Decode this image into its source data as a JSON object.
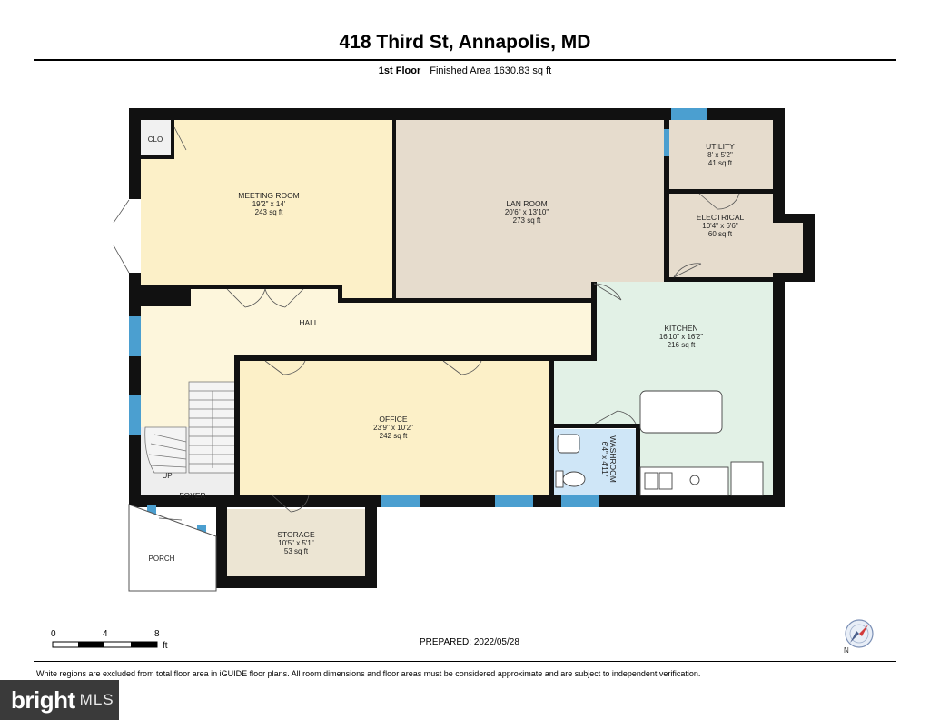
{
  "header": {
    "title": "418 Third St, Annapolis, MD",
    "floor_label": "1st Floor",
    "finished_area": "Finished Area 1630.83 sq ft"
  },
  "rooms": {
    "clo": {
      "name": "CLO"
    },
    "meeting": {
      "name": "MEETING ROOM",
      "dims": "19'2\" x 14'",
      "area": "243 sq ft"
    },
    "lan": {
      "name": "LAN ROOM",
      "dims": "20'6\" x 13'10\"",
      "area": "273 sq ft"
    },
    "utility": {
      "name": "UTILITY",
      "dims": "8' x 5'2\"",
      "area": "41 sq ft"
    },
    "electrical": {
      "name": "ELECTRICAL",
      "dims": "10'4\" x 6'6\"",
      "area": "60 sq ft"
    },
    "hall": {
      "name": "HALL"
    },
    "kitchen": {
      "name": "KITCHEN",
      "dims": "16'10\" x 16'2\"",
      "area": "216 sq ft"
    },
    "office": {
      "name": "OFFICE",
      "dims": "23'9\" x 10'2\"",
      "area": "242 sq ft"
    },
    "washroom": {
      "name": "WASHROOM",
      "dims": "6'4\" x 4'11\""
    },
    "storage": {
      "name": "STORAGE",
      "dims": "10'5\" x 5'1\"",
      "area": "53 sq ft"
    },
    "foyer": {
      "name": "FOYER"
    },
    "up": {
      "name": "UP"
    },
    "porch": {
      "name": "PORCH"
    }
  },
  "scale": {
    "ticks": [
      "0",
      "4",
      "8"
    ],
    "unit": "ft"
  },
  "prepared": "PREPARED: 2022/05/28",
  "compass": {
    "label": "N"
  },
  "disclaimer": "White regions are excluded from total floor area in iGUIDE floor plans. All room dimensions and floor areas must be considered approximate and are subject to independent verification.",
  "watermark": {
    "brand": "bright",
    "suffix": "MLS"
  },
  "colors": {
    "meeting_room": "#fcf0c8",
    "lan_room": "#e6dccd",
    "kitchen": "#e2f1e6",
    "office": "#fcf0c8",
    "hall": "#fdf6dc",
    "washroom": "#cfe6f7",
    "storage": "#ece5d3",
    "wall": "#111111",
    "window": "#4b9fd0"
  }
}
